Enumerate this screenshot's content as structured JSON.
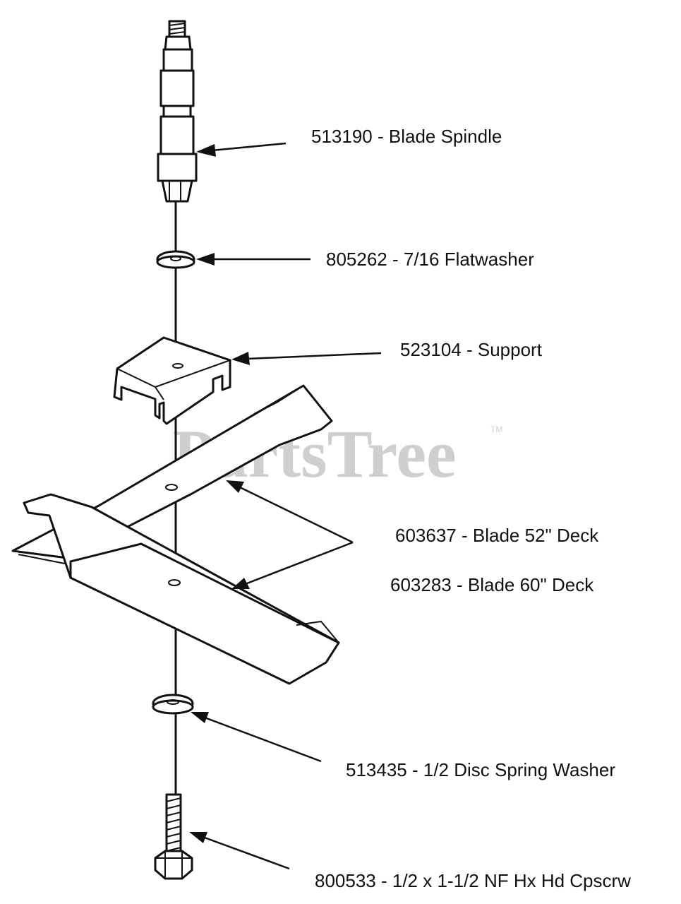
{
  "parts": [
    {
      "number": "513190",
      "description": "Blade Spindle",
      "label": "513190 - Blade Spindle"
    },
    {
      "number": "805262",
      "description": "7/16 Flatwasher",
      "label": "805262 - 7/16 Flatwasher"
    },
    {
      "number": "523104",
      "description": "Support",
      "label": "523104 - Support"
    },
    {
      "number": "603637",
      "description": "Blade 52\" Deck",
      "label": "603637 - Blade 52\" Deck"
    },
    {
      "number": "603283",
      "description": "Blade 60\" Deck",
      "label": "603283 - Blade 60\" Deck"
    },
    {
      "number": "513435",
      "description": "1/2 Disc Spring Washer",
      "label": "513435 - 1/2 Disc Spring Washer"
    },
    {
      "number": "800533",
      "description": "1/2 x 1-1/2 NF Hx Hd Cpscrw",
      "label": "800533 - 1/2 x 1-1/2 NF Hx Hd Cpscrw"
    }
  ],
  "watermark": {
    "text": "PartsTree",
    "trademark": "TM"
  }
}
